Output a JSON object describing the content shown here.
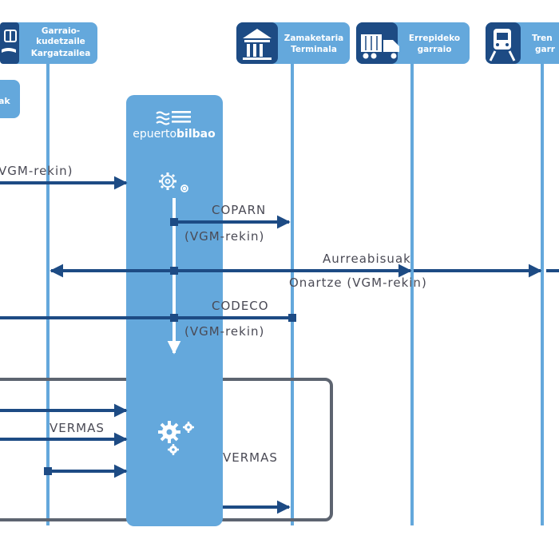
{
  "actors": [
    {
      "id": "cargo",
      "line1": "Garraio-",
      "line2": "kudetzaile",
      "line3": "Kargatzailea",
      "icon": "cargo-handler-icon"
    },
    {
      "id": "terminal",
      "line1": "Zamaketaria",
      "line2": "Terminala",
      "icon": "terminal-building-icon"
    },
    {
      "id": "road",
      "line1": "Errepideko",
      "line2": "garraio",
      "icon": "truck-icon"
    },
    {
      "id": "rail",
      "line1": "Tren",
      "line2": "garr",
      "icon": "train-icon"
    }
  ],
  "left_box": {
    "label": "ak"
  },
  "platform": {
    "logo_text_a": "epuerto",
    "logo_text_b": "bilbao"
  },
  "messages": {
    "vgm_in": "VGM-rekin)",
    "coparn_1": "COPARN",
    "coparn_2": "(VGM-rekin)",
    "aurreabisuak": "Aurreabisuak",
    "onartze": "Onartze (VGM-rekin)",
    "codeco_1": "CODECO",
    "codeco_2": "(VGM-rekin)",
    "vermas_left": "VERMAS",
    "vermas_right": "VERMAS"
  },
  "colors": {
    "primary": "#1d4b84",
    "light": "#64a8dc",
    "box_border": "#5d6470",
    "text": "#4a4a55"
  }
}
